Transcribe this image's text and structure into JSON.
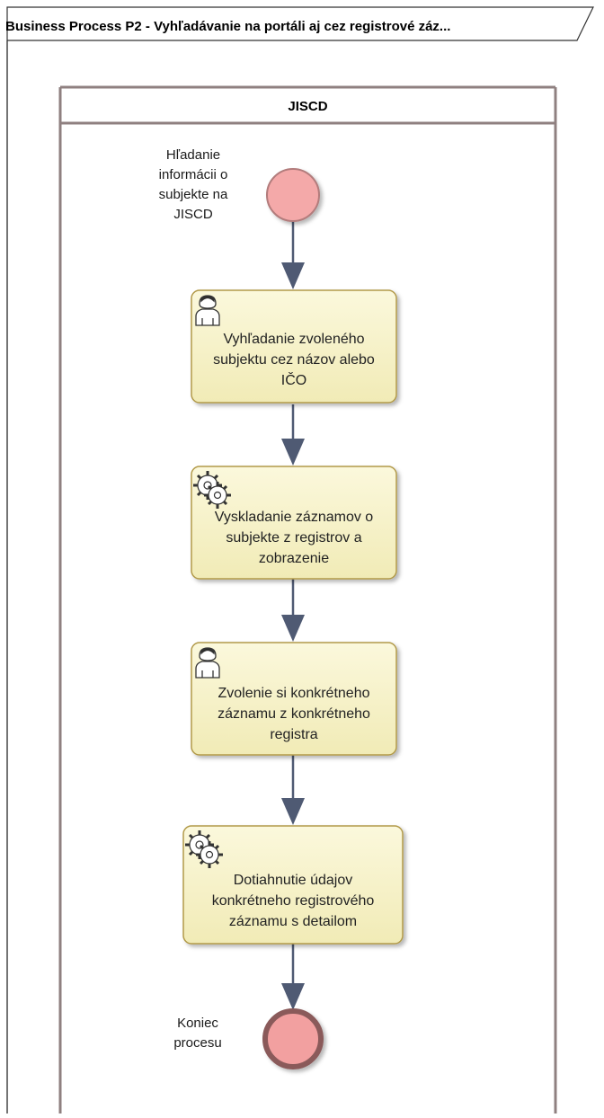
{
  "frame": {
    "title": "Business Process P2 - Vyhľadávanie na portáli aj cez registrové záz..."
  },
  "lane": {
    "title": "JISCD"
  },
  "start_event": {
    "label_lines": [
      "Hľadanie",
      "informácii o",
      "subjekte na",
      "JISCD"
    ]
  },
  "end_event": {
    "label_lines": [
      "Koniec",
      "procesu"
    ]
  },
  "tasks": [
    {
      "type": "user",
      "icon": "user-icon",
      "lines": [
        "Vyhľadanie zvoleného",
        "subjektu cez názov alebo",
        "IČO"
      ]
    },
    {
      "type": "service",
      "icon": "gear-icon",
      "lines": [
        "Vyskladanie záznamov o",
        "subjekte z registrov a",
        "zobrazenie"
      ]
    },
    {
      "type": "user",
      "icon": "user-icon",
      "lines": [
        "Zvolenie si konkrétneho",
        "záznamu z konkrétneho",
        "registra"
      ]
    },
    {
      "type": "service",
      "icon": "gear-icon",
      "lines": [
        "Dotiahnutie údajov",
        "konkrétneho registrového",
        "záznamu s detailom"
      ]
    }
  ],
  "colors": {
    "task_fill": "#f7f2c4",
    "task_stroke": "#b29a4a",
    "event_fill": "#f2aaaa",
    "event_stroke": "#b27b7b",
    "end_event_stroke": "#8a5a5a",
    "flow": "#4f5a73",
    "lane_stroke": "#8f8080"
  }
}
